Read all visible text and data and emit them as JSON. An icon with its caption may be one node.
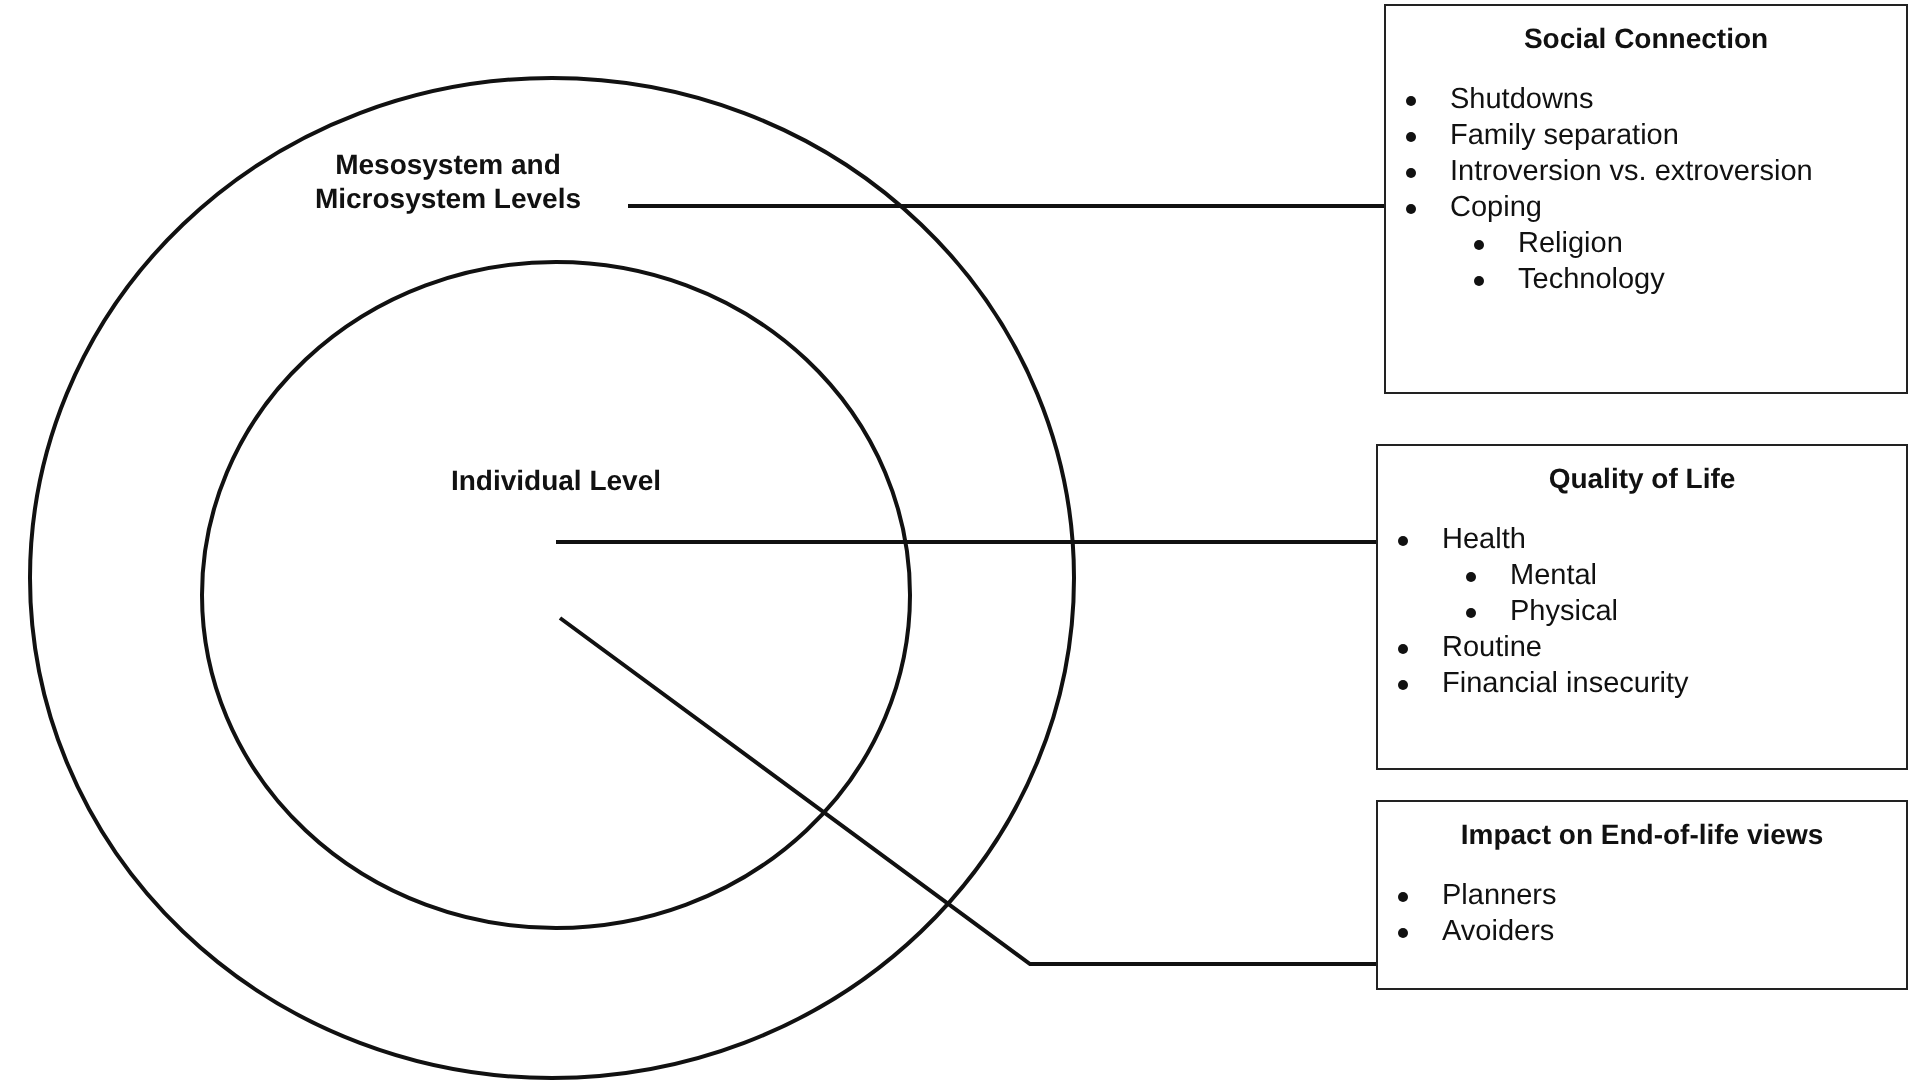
{
  "diagram": {
    "nodes": [
      {
        "text": [
          "Mesosystem and Microsystem Levels"
        ]
      },
      {
        "text": [
          "Individual Level"
        ],
        "in": 0
      },
      {
        "text": [
          "Social Connection",
          "Shutdowns",
          "Family separation",
          "Introversion vs. extroversion",
          "Coping",
          "Religion",
          "Technology"
        ]
      },
      {
        "text": [
          "Quality of Life",
          "Health",
          "Mental",
          "Physical",
          "Routine",
          "Financial insecurity"
        ]
      },
      {
        "text": [
          "Impact on End-of-life views",
          "Planners",
          "Avoiders"
        ]
      }
    ],
    "edges": [
      {
        "from": 0,
        "to": 2,
        "arrow": "none"
      },
      {
        "from": 1,
        "to": 3,
        "arrow": "none"
      },
      {
        "from": 1,
        "to": 4,
        "arrow": "none"
      }
    ]
  }
}
